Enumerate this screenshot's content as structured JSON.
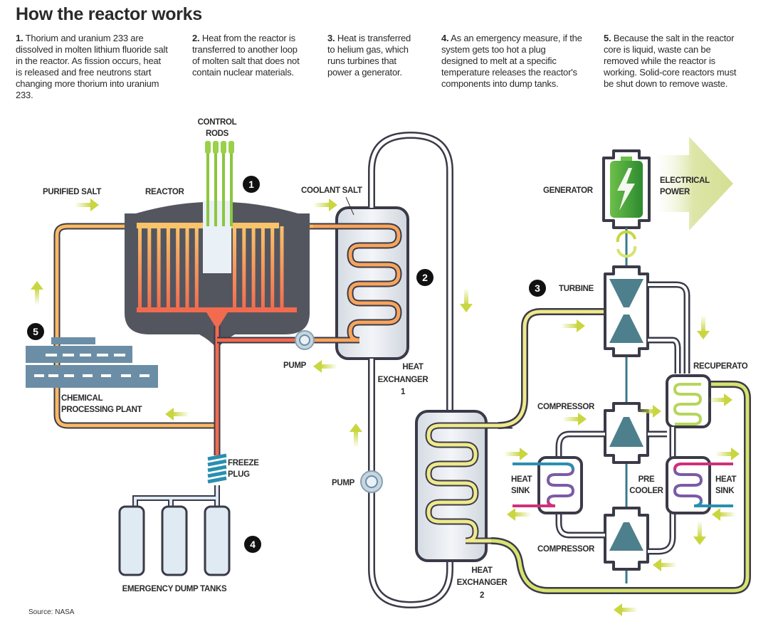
{
  "title": "How the reactor works",
  "steps": [
    {
      "num": "1.",
      "text": "Thorium and uranium 233 are dissolved in molten lithium fluoride salt in the reactor. As fission occurs, heat is released and free neutrons start changing more thorium into uranium 233."
    },
    {
      "num": "2.",
      "text": "Heat from the reactor is transferred to another loop of molten salt that does not contain nuclear materials."
    },
    {
      "num": "3.",
      "text": "Heat is transferred to helium gas, which runs turbines that power a generator."
    },
    {
      "num": "4.",
      "text": "As an emergency measure, if the system gets too hot a plug designed to melt at a specific temperature releases the reactor's components into dump tanks."
    },
    {
      "num": "5.",
      "text": "Because the salt in the reactor core is liquid, waste can be removed while the reactor is working. Solid-core reactors must be shut down to remove waste."
    }
  ],
  "labels": {
    "control_rods_1": "CONTROL",
    "control_rods_2": "RODS",
    "purified_salt": "PURIFIED SALT",
    "reactor": "REACTOR",
    "coolant_salt": "COOLANT SALT",
    "pump_1": "PUMP",
    "heat_exchanger_1_a": "HEAT",
    "heat_exchanger_1_b": "EXCHANGER",
    "heat_exchanger_1_c": "1",
    "chemical_plant_a": "CHEMICAL",
    "chemical_plant_b": "PROCESSING PLANT",
    "freeze_plug_a": "FREEZE",
    "freeze_plug_b": "PLUG",
    "dump_tanks": "EMERGENCY DUMP TANKS",
    "pump_2": "PUMP",
    "heat_exchanger_2_a": "HEAT",
    "heat_exchanger_2_b": "EXCHANGER",
    "heat_exchanger_2_c": "2",
    "generator": "GENERATOR",
    "electrical_power_a": "ELECTRICAL",
    "electrical_power_b": "POWER",
    "turbine": "TURBINE",
    "recuperator": "RECUPERATO",
    "compressor_top": "COMPRESSOR",
    "compressor_bottom": "COMPRESSOR",
    "heat_sink_left_a": "HEAT",
    "heat_sink_left_b": "SINK",
    "pre_cooler_a": "PRE",
    "pre_cooler_b": "COOLER",
    "heat_sink_right_a": "HEAT",
    "heat_sink_right_b": "SINK"
  },
  "badges": [
    "1",
    "2",
    "3",
    "4",
    "5"
  ],
  "source": "Source: NASA",
  "colors": {
    "reactor_body": "#54565f",
    "hot_salt": "#f26b4f",
    "warm_salt": "#f9b964",
    "flow_arrow": "#c9d640",
    "helium_pipe": "#efe98a",
    "control_rod": "#8cc63f",
    "generator": "#3a9a3a",
    "heat_sink_blue": "#2a8fb0",
    "heat_sink_magenta": "#d0307a",
    "plant": "#6b8ea6",
    "tank": "#dfeaf2"
  }
}
